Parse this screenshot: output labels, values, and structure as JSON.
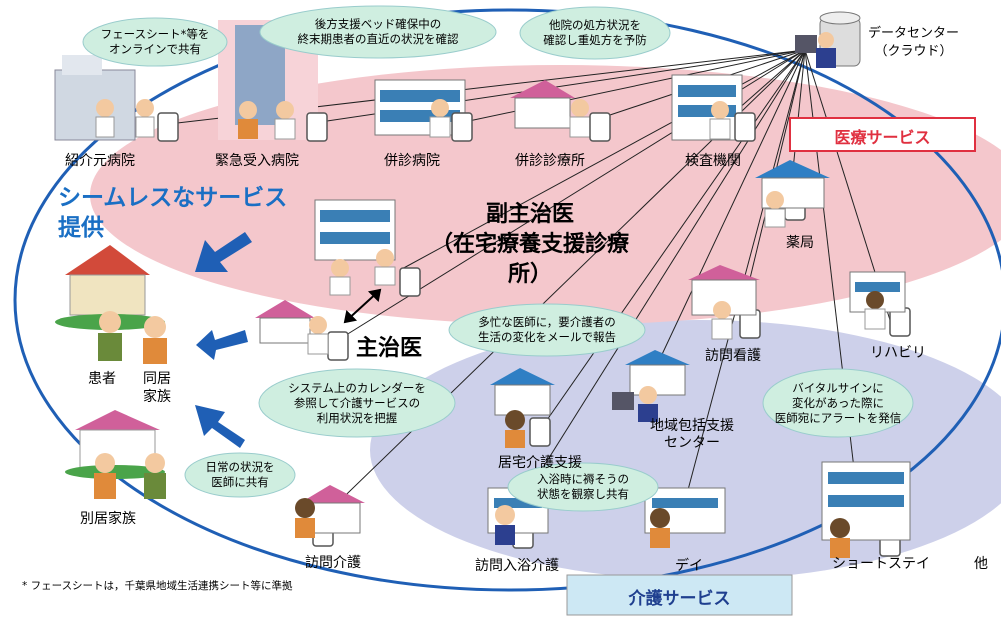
{
  "title": {
    "line1": "シームレスなサービス",
    "line2": "提供"
  },
  "center_label": "副主治医\n（在宅療養支援診療\n所）",
  "primary_doctor": "主治医",
  "datacenter": "データセンター\n（クラウド）",
  "banners": {
    "medical": "医療サービス",
    "care": "介護サービス"
  },
  "medical_facilities": [
    "紹介元病院",
    "緊急受入病院",
    "併診病院",
    "併診診療所",
    "検査機関"
  ],
  "service_labels": {
    "pharmacy": "薬局",
    "rehab": "リハビリ",
    "home_nursing": "訪問看護",
    "community_center": "地域包括支援\nセンター",
    "home_care_support": "居宅介護支援",
    "home_care": "訪問介護",
    "bath_care": "訪問入浴介護",
    "day": "デイ",
    "short_stay": "ショートステイ",
    "other": "他"
  },
  "people": {
    "patient": "患者",
    "family_cohabit": "同居\n家族",
    "family_separate": "別居家族"
  },
  "bubbles": {
    "face_sheet": "フェースシート*等を\nオンラインで共有",
    "backup_bed": "後方支援ベッド確保中の\n終末期患者の直近の状況を確認",
    "prescription": "他院の処方状況を\n確認し重処方を予防",
    "email_report": "多忙な医師に，要介護者の\n生活の変化をメールで報告",
    "calendar": "システム上のカレンダーを\n参照して介護サービスの\n利用状況を把握",
    "vital": "バイタルサインに\n変化があった際に\n医師宛にアラートを発信",
    "daily": "日常の状況を\n医師に共有",
    "bath": "入浴時に褥そうの\n状態を観察し共有"
  },
  "footnote": "* フェースシートは，千葉県地域生活連携シート等に準拠",
  "colors": {
    "medical_area": "#f4c7cc",
    "care_area": "#cdd0ea",
    "ellipse": "#1f5fb5",
    "bubble": "#cfeee0",
    "banner_medical": "#e03040",
    "title": "#1a6fc4"
  }
}
